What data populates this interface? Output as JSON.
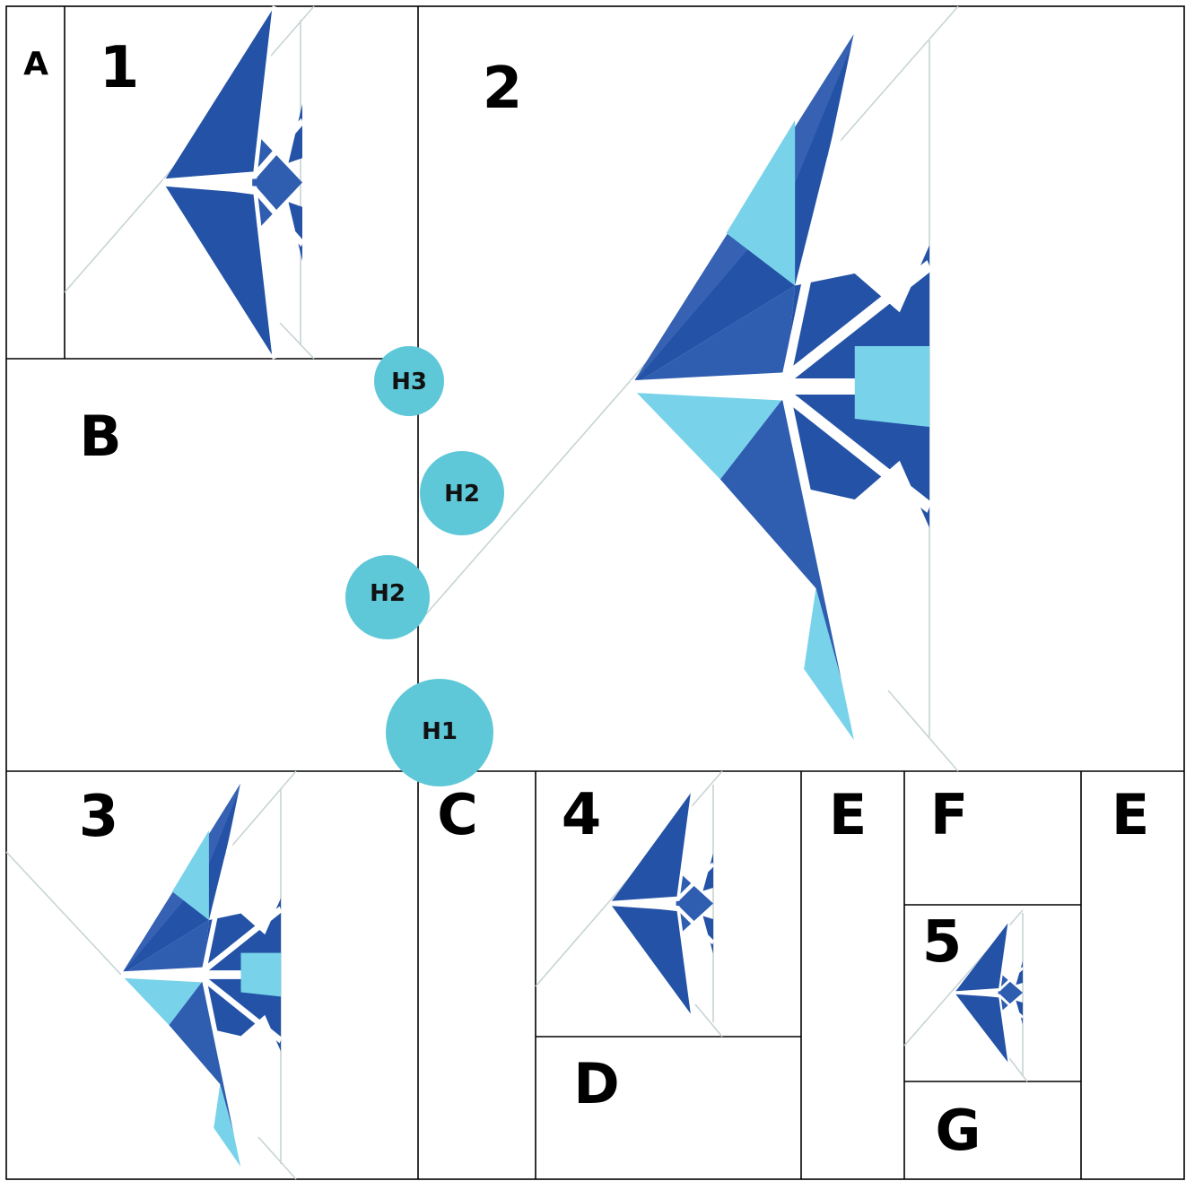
{
  "colors": {
    "line": "#000000",
    "guide": "#c8d4d4",
    "fish_dark": "#1f4aa0",
    "fish_mid": "#2f5db0",
    "fish_light": "#78d3ea",
    "hole": "#5ec8d8"
  },
  "section_labels": {
    "a": "A",
    "b": "B",
    "c": "C",
    "d": "D",
    "e_left": "E",
    "e_right": "E",
    "f": "F",
    "g": "G"
  },
  "block_labels": {
    "b1": "1",
    "b2": "2",
    "b3": "3",
    "b4": "4",
    "b5": "5"
  },
  "holes": {
    "h3": "H3",
    "h2_upper": "H2",
    "h2_lower": "H2",
    "h1": "H1"
  }
}
